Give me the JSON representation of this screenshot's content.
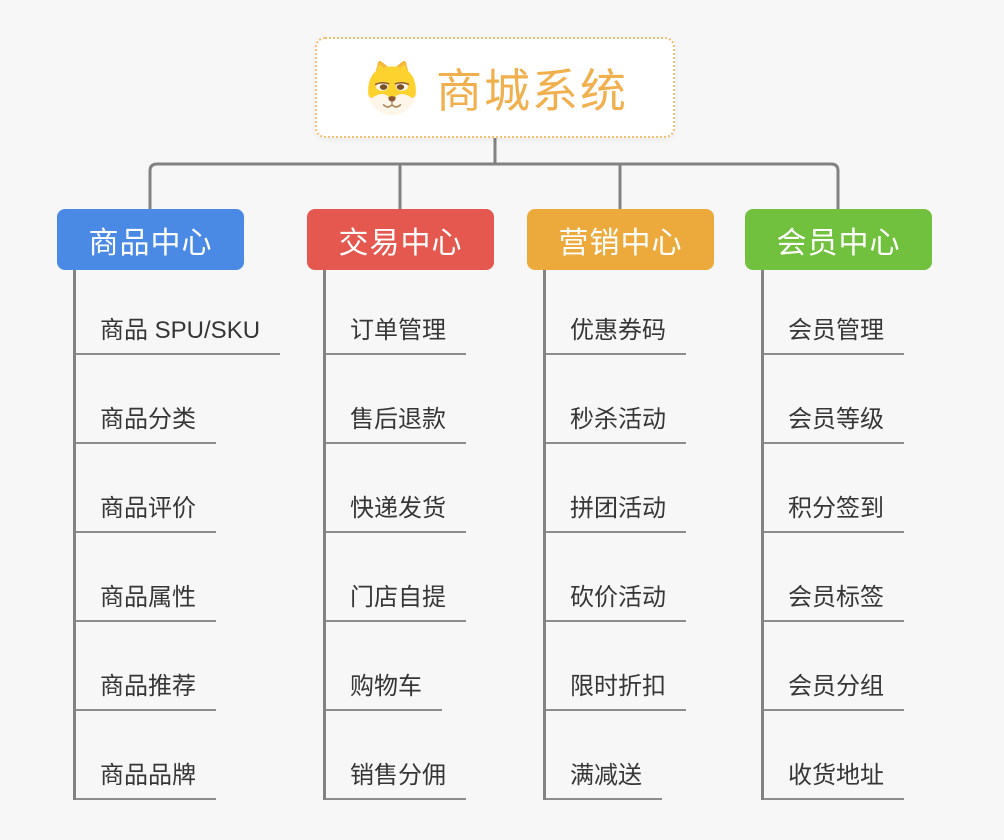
{
  "canvas": {
    "background": "#f7f7f7",
    "connector_color": "#828282",
    "underline_color": "#8d8d8d"
  },
  "root": {
    "title": "商城系统",
    "title_color": "#f0b04e",
    "border_color": "#f3bf6d",
    "icon": "dog-face-icon"
  },
  "branches": [
    {
      "label": "商品中心",
      "color": "#4a8ae4",
      "items": [
        "商品 SPU/SKU",
        "商品分类",
        "商品评价",
        "商品属性",
        "商品推荐",
        "商品品牌"
      ]
    },
    {
      "label": "交易中心",
      "color": "#e4584f",
      "items": [
        "订单管理",
        "售后退款",
        "快递发货",
        "门店自提",
        "购物车",
        "销售分佣"
      ]
    },
    {
      "label": "营销中心",
      "color": "#ecaa3d",
      "items": [
        "优惠券码",
        "秒杀活动",
        "拼团活动",
        "砍价活动",
        "限时折扣",
        "满减送"
      ]
    },
    {
      "label": "会员中心",
      "color": "#72c13e",
      "items": [
        "会员管理",
        "会员等级",
        "积分签到",
        "会员标签",
        "会员分组",
        "收货地址"
      ]
    }
  ]
}
